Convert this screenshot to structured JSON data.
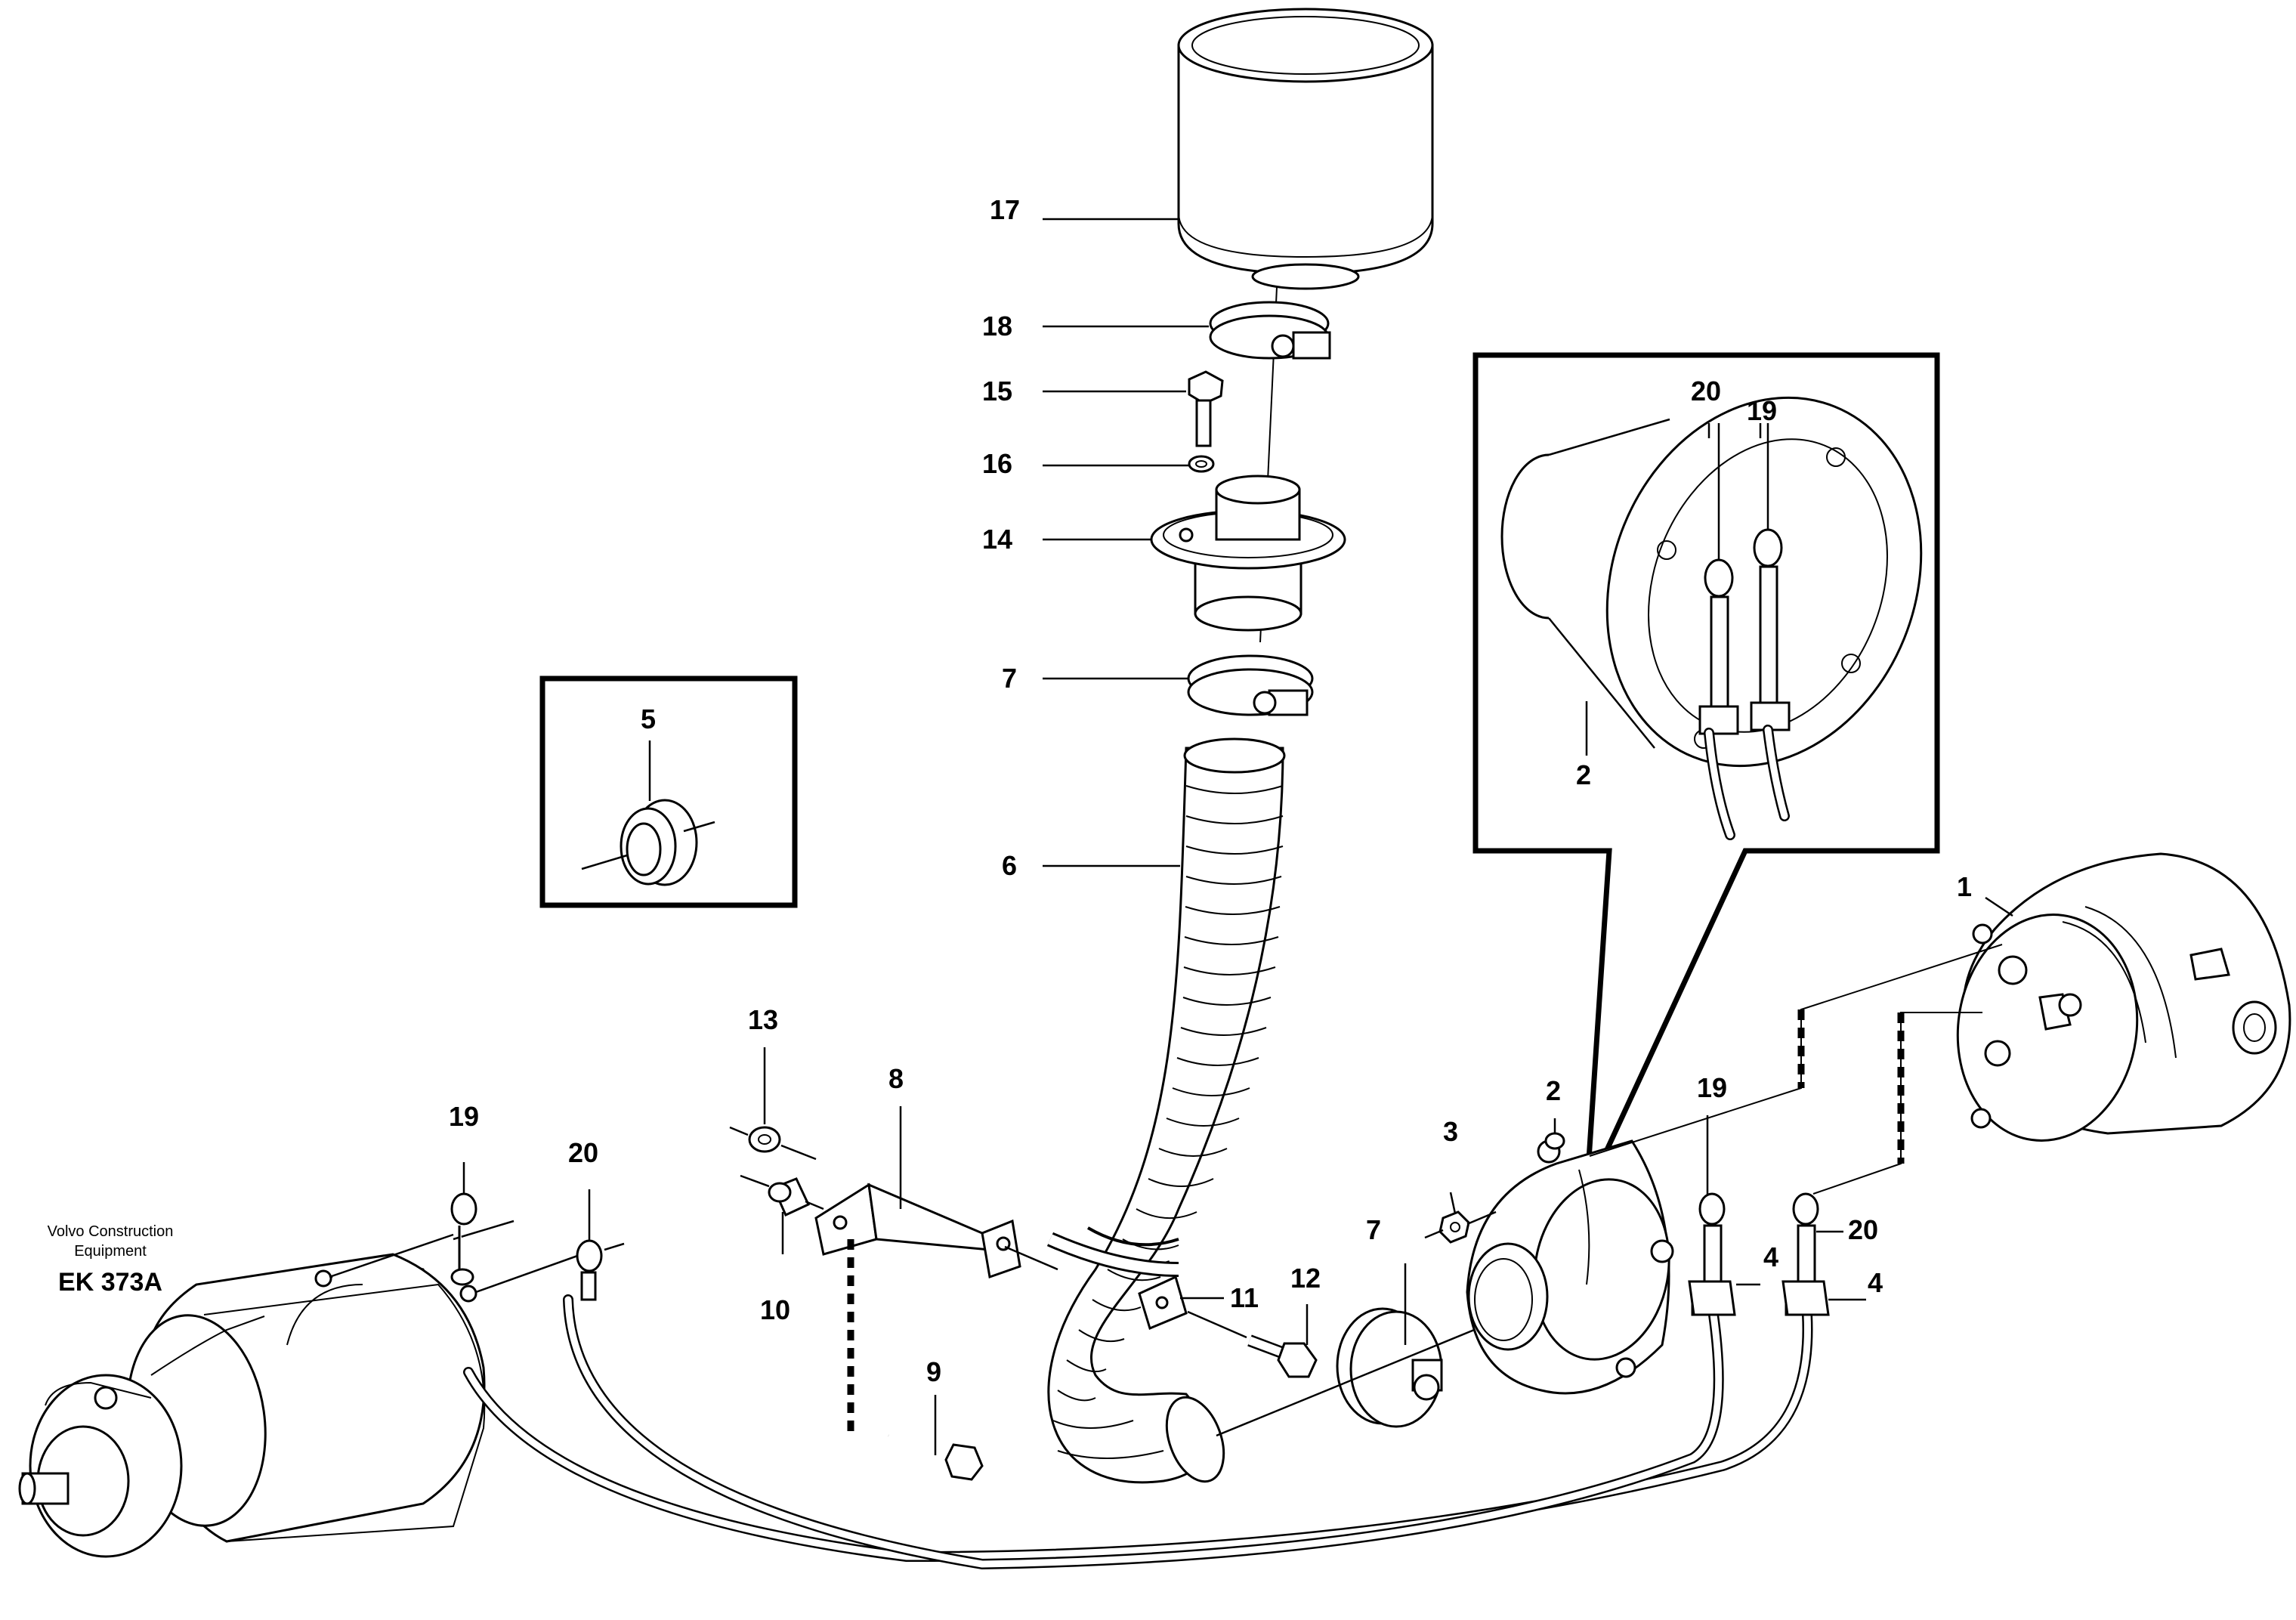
{
  "brand": {
    "line1": "Volvo Construction",
    "line2": "Equipment",
    "doc_id": "EK 373A"
  },
  "callouts": {
    "p1": "1",
    "p2_inset": "2",
    "p2": "2",
    "p3": "3",
    "p4a": "4",
    "p4b": "4",
    "p5": "5",
    "p6": "6",
    "p7_top": "7",
    "p7_bottom": "7",
    "p8": "8",
    "p9": "9",
    "p10": "10",
    "p11": "11",
    "p12": "12",
    "p13": "13",
    "p14": "14",
    "p15": "15",
    "p16": "16",
    "p17": "17",
    "p18": "18",
    "p19_inset": "19",
    "p19_left": "19",
    "p19_right": "19",
    "p20_inset": "20",
    "p20_left": "20",
    "p20_right": "20"
  }
}
